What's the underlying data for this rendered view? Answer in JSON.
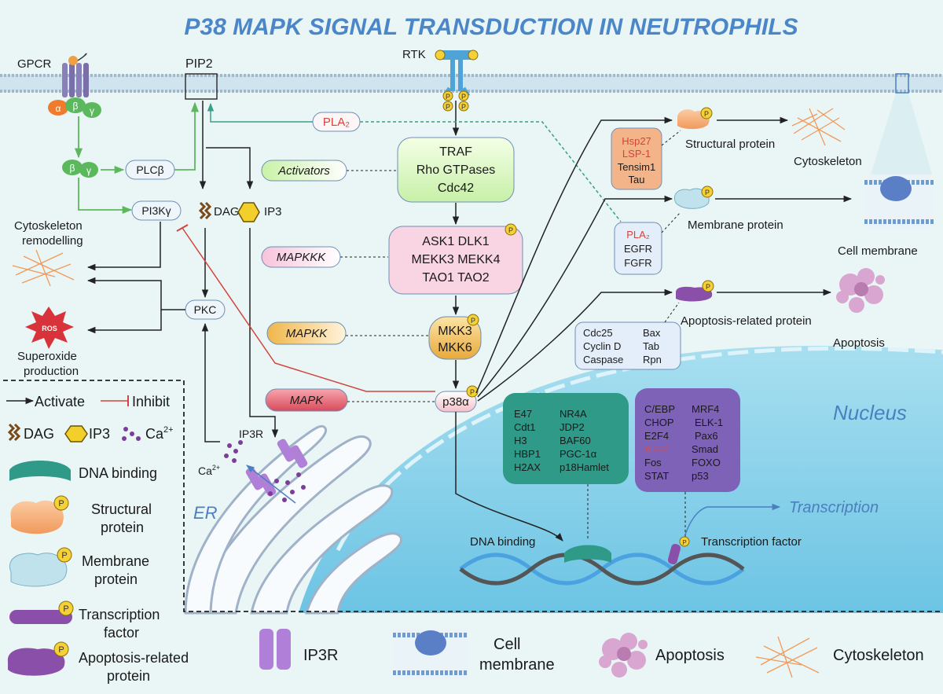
{
  "title": "P38 MAPK SIGNAL TRANSDUCTION IN NEUTROPHILS",
  "colors": {
    "title": "#4a86c8",
    "background": "#eaf6f6",
    "nucleus": "#8fd3ea",
    "inhibit": "#d0453e",
    "activate_green": "#5cb85c",
    "pla2_dashed": "#3a9e8a",
    "red_text": "#d9413a"
  },
  "labels": {
    "gpcr": "GPCR",
    "alpha": "α",
    "beta": "β",
    "gamma": "γ",
    "pip2": "PIP2",
    "rtk": "RTK",
    "p": "P",
    "pla2": "PLA₂",
    "plcb": "PLCβ",
    "pi3kg": "PI3Kγ",
    "dag": "DAG",
    "ip3": "IP3",
    "pkc": "PKC",
    "cyto_remodel_1": "Cytoskeleton",
    "cyto_remodel_2": "remodelling",
    "ros": "ROS",
    "superoxide_1": "Superoxide",
    "superoxide_2": "production",
    "ca2": "Ca",
    "ca2_sup": "2+",
    "ip3r": "IP3R",
    "er": "ER",
    "nucleus": "Nucleus",
    "transcription": "Transcription",
    "dna_binding": "DNA binding",
    "transcription_factor": "Transcription factor",
    "structural_protein": "Structural protein",
    "membrane_protein": "Membrane protein",
    "apoptosis_related": "Apoptosis-related protein",
    "cytoskeleton": "Cytoskeleton",
    "cell_membrane": "Cell membrane",
    "apoptosis": "Apoptosis"
  },
  "cascade": {
    "activators": "Activators",
    "activators_box": [
      "TRAF",
      "Rho GTPases",
      "Cdc42"
    ],
    "mapkkk": "MAPKKK",
    "mapkkk_box": [
      "ASK1 DLK1",
      "MEKK3 MEKK4",
      "TAO1 TAO2"
    ],
    "mapkk": "MAPKK",
    "mapkk_box": [
      "MKK3",
      "MKK6"
    ],
    "mapk": "MAPK",
    "p38": "p38α"
  },
  "targets": {
    "structural": [
      "Hsp27",
      "LSP-1",
      "Tensim1",
      "Tau"
    ],
    "membrane": [
      "PLA₂",
      "EGFR",
      "FGFR"
    ],
    "apoptosis": [
      "Cdc25",
      "Bax",
      "Cyclin D",
      "Tab",
      "Caspase",
      "Rpn"
    ],
    "dna_binding_list": [
      "E47",
      "NR4A",
      "Cdt1",
      "JDP2",
      "H3",
      "BAF60",
      "HBP1",
      "PGC-1α",
      "H2AX",
      "p18Hamlet"
    ],
    "tf_list": [
      "C/EBP",
      "MRF4",
      "CHOP",
      "ELK-1",
      "E2F4",
      "Pax6",
      "ATF2",
      "Smad",
      "Fos",
      "FOXO",
      "STAT",
      "p53"
    ]
  },
  "legend": {
    "activate": "Activate",
    "inhibit": "Inhibit",
    "dag": "DAG",
    "ip3": "IP3",
    "ca": "Ca",
    "ca_sup": "2+",
    "dna_binding": "DNA binding",
    "structural_1": "Structural",
    "structural_2": "protein",
    "membrane_1": "Membrane",
    "membrane_2": "protein",
    "tf_1": "Transcription",
    "tf_2": "factor",
    "apop_1": "Apoptosis-related",
    "apop_2": "protein",
    "ip3r": "IP3R",
    "cell_mem_1": "Cell",
    "cell_mem_2": "membrane",
    "apoptosis": "Apoptosis",
    "cytoskeleton": "Cytoskeleton"
  }
}
